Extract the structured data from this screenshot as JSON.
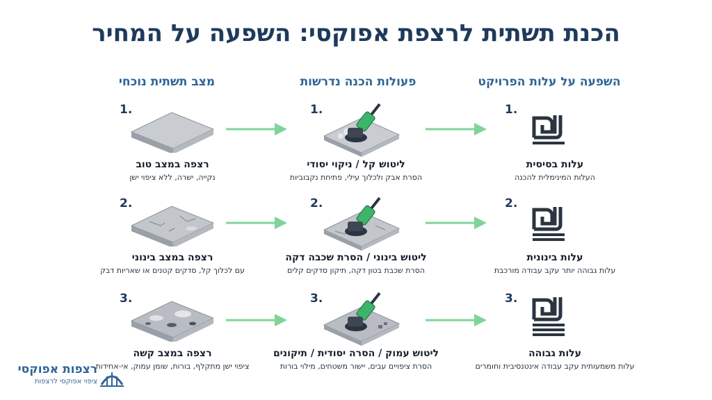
{
  "title": "הכנת תשתית לרצפת אפוקסי: השפעה על המחיר",
  "columns": {
    "left": "השפעה על עלות הפרויקט",
    "middle": "פעולות הכנה נדרשות",
    "right": "מצב תשתית נוכחי"
  },
  "numbers": [
    "1.",
    "2.",
    "3."
  ],
  "rows": [
    {
      "state": {
        "title": "רצפה במצב טוב",
        "desc": "נקייה, ישרה, ללא ציפוי ישן"
      },
      "action": {
        "title": "ליטוש קל / ניקוי יסודי",
        "desc": "הסרת אבק ולכלוך עילי, פתיחת נקבוביות"
      },
      "cost": {
        "title": "עלות בסיסית",
        "desc": "העלות המינימלית להכנה"
      }
    },
    {
      "state": {
        "title": "רצפה במצב בינוני",
        "desc": "עם לכלוך קל, סדקים קטנים או שאריות דבק"
      },
      "action": {
        "title": "ליטוש בינוני / הסרת שכבה דקה",
        "desc": "הסרת שכבת בטון דקה, תיקון סדקים קלים"
      },
      "cost": {
        "title": "עלות בינונית",
        "desc": "עלות גבוהה יותר עקב עבודה מורכבת"
      }
    },
    {
      "state": {
        "title": "רצפה במצב קשה",
        "desc": "ציפוי ישן מתקלף, בורות, שומן עמוק, אי-אחידות"
      },
      "action": {
        "title": "ליטוש עמוק / הסרה יסודית / תיקונים",
        "desc": "הסרת ציפויים עבים, יישור משטחים, מילוי בורות"
      },
      "cost": {
        "title": "עלות גבוהה",
        "desc": "עלות משמעותית עקב עבודה אינטנסיבית וחומרים"
      }
    }
  ],
  "icons": {
    "cost": "shekel-icon",
    "arrow": "right-arrow-icon",
    "machine": "floor-grinder-icon",
    "logo": "bridge-logo-icon"
  },
  "logo": {
    "name": "רצפות אפוקסי",
    "tagline": "ציפוי אפוקסי לרצפות"
  },
  "colors": {
    "title": "#1e3a5c",
    "heading": "#2f6497",
    "arrow": "#7fd49a",
    "machine": "#3cb46a",
    "icon": "#2b3440"
  }
}
